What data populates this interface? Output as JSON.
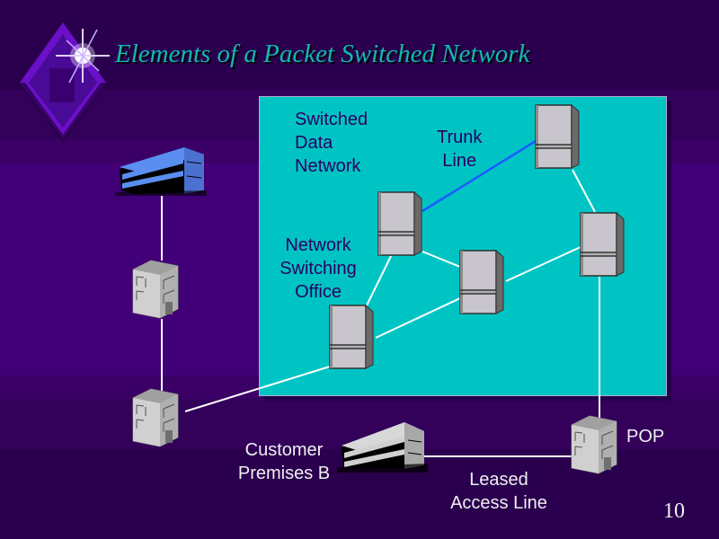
{
  "slide": {
    "title": "Elements of a Packet Switched Network",
    "page_number": "10"
  },
  "labels": {
    "switched_data_network": [
      "Switched",
      "Data",
      "Network"
    ],
    "trunk_line": [
      "Trunk",
      "Line"
    ],
    "network_switching_office": [
      "Network",
      "Switching",
      "Office"
    ],
    "customer_premises_b": [
      "Customer",
      "Premises B"
    ],
    "leased_access_line": [
      "Leased",
      "Access Line"
    ],
    "pop": "POP"
  },
  "colors": {
    "title": "#12b8b8",
    "panel": "#00c4c4",
    "trunk_line": "#1a5cff",
    "link": "#ffffff"
  },
  "diagram": {
    "nodes": [
      {
        "id": "customer-premises-a",
        "type": "office-building-blue"
      },
      {
        "id": "pop-a",
        "type": "tower-building"
      },
      {
        "id": "pop-a2",
        "type": "tower-building"
      },
      {
        "id": "switch-1",
        "type": "switch"
      },
      {
        "id": "switch-2",
        "type": "switch"
      },
      {
        "id": "switch-3",
        "type": "switch"
      },
      {
        "id": "switch-4",
        "type": "switch"
      },
      {
        "id": "switch-5",
        "type": "switch"
      },
      {
        "id": "customer-premises-b",
        "type": "office-building-gray"
      },
      {
        "id": "pop-b",
        "type": "tower-building"
      }
    ],
    "links": [
      {
        "from": "customer-premises-a",
        "to": "pop-a",
        "kind": "access"
      },
      {
        "from": "pop-a",
        "to": "pop-a2",
        "kind": "access"
      },
      {
        "from": "pop-a2",
        "to": "switch-1",
        "kind": "access"
      },
      {
        "from": "switch-1",
        "to": "switch-2",
        "kind": "internal"
      },
      {
        "from": "switch-2",
        "to": "switch-3",
        "kind": "internal"
      },
      {
        "from": "switch-1",
        "to": "switch-3",
        "kind": "internal"
      },
      {
        "from": "switch-2",
        "to": "switch-5",
        "kind": "trunk"
      },
      {
        "from": "switch-3",
        "to": "switch-4",
        "kind": "internal"
      },
      {
        "from": "switch-5",
        "to": "switch-4",
        "kind": "internal"
      },
      {
        "from": "switch-4",
        "to": "pop-b",
        "kind": "access"
      },
      {
        "from": "pop-b",
        "to": "customer-premises-b",
        "kind": "leased"
      }
    ]
  }
}
